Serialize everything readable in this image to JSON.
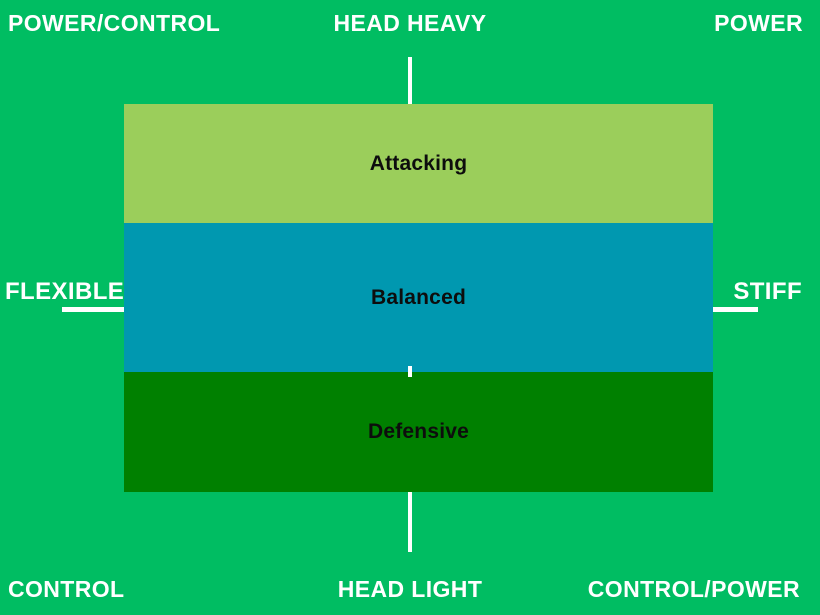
{
  "corners": {
    "top_left": "POWER/CONTROL",
    "top_right": "POWER",
    "bottom_left": "CONTROL",
    "bottom_right": "CONTROL/POWER"
  },
  "axes": {
    "top": "HEAD HEAVY",
    "bottom": "HEAD LIGHT",
    "left": "FLEXIBLE",
    "right": "STIFF"
  },
  "bands": [
    {
      "label": "Attacking",
      "color": "#9BCE5B"
    },
    {
      "label": "Balanced",
      "color": "#0098B0"
    },
    {
      "label": "Defensive",
      "color": "#008000"
    }
  ],
  "colors": {
    "background": "#00BD62",
    "axis_line": "#FFFFFF",
    "label_text": "#FFFFFF",
    "band_text": "#0D0D0D"
  }
}
